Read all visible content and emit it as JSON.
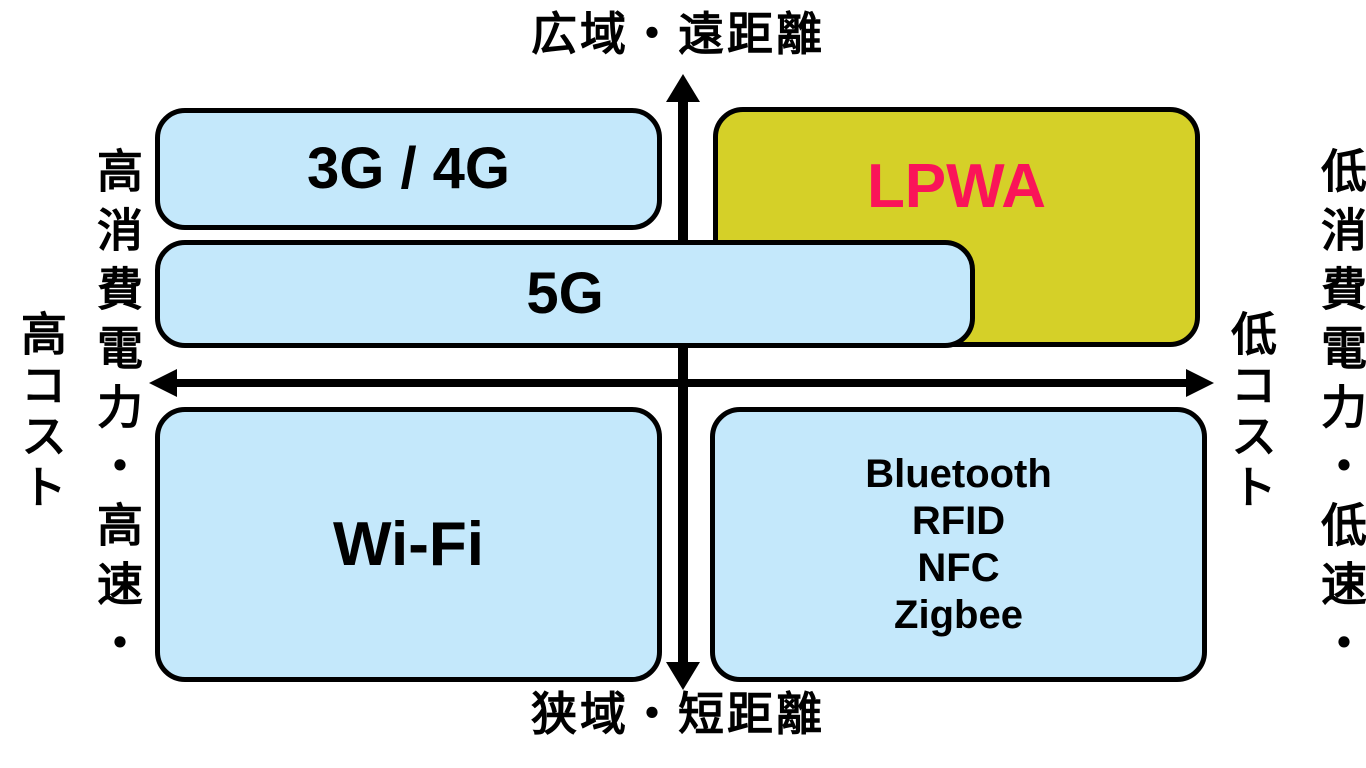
{
  "diagram": {
    "type": "quadrant",
    "axis_labels": {
      "top": "広域・遠距離",
      "bottom": "狭域・短距離",
      "left_main": "高消費電力・高速・",
      "left_sub": "高コスト",
      "right_main": "低消費電力・低速・",
      "right_sub": "低コスト"
    },
    "boxes": {
      "cellular": {
        "label": "3G / 4G"
      },
      "lpwa": {
        "label": "LPWA"
      },
      "five_g": {
        "label": "5G"
      },
      "wifi": {
        "label": "Wi-Fi"
      },
      "short_range": {
        "lines": [
          "Bluetooth",
          "RFID",
          "NFC",
          "Zigbee"
        ]
      }
    },
    "colors": {
      "bg": "#ffffff",
      "box_blue": "#c4e8fb",
      "box_yellow": "#d5d028",
      "lpwa_text": "#fa1459",
      "ink": "#000000"
    }
  }
}
